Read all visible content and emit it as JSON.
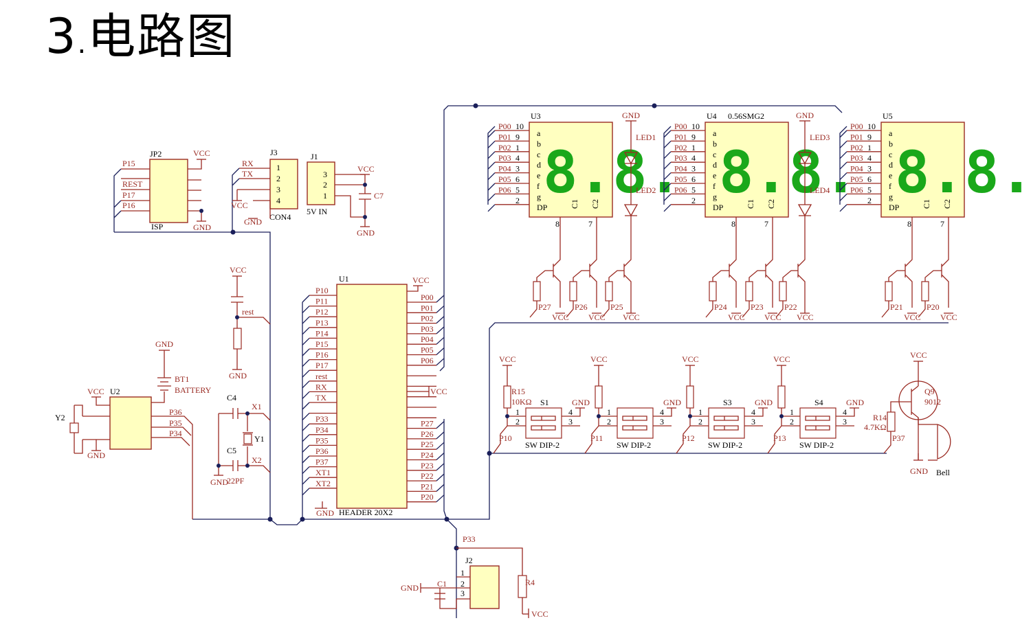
{
  "title": {
    "number": "3",
    "dot": ".",
    "text": "电路图"
  },
  "net": {
    "vcc": "VCC",
    "gnd": "GND"
  },
  "jp2": {
    "ref": "JP2",
    "name": "ISP",
    "pins": [
      "P15",
      "RESТ",
      "P17",
      "P16"
    ]
  },
  "j3": {
    "ref": "J3",
    "name": "CON4",
    "rx": "RX",
    "tx": "TX",
    "pins": [
      "1",
      "2",
      "3",
      "4"
    ]
  },
  "j1": {
    "ref": "J1",
    "name": "5V IN",
    "pins": [
      "3",
      "2",
      "1"
    ],
    "cap": "C7"
  },
  "u1": {
    "ref": "U1",
    "name": "HEADER 20X2",
    "left": [
      "P10",
      "P11",
      "P12",
      "P13",
      "P14",
      "P15",
      "P16",
      "P17",
      "rest",
      "RX",
      "TX",
      "",
      "P33",
      "P34",
      "P35",
      "P36",
      "P37",
      "XT1",
      "XT2"
    ],
    "right": [
      "P00",
      "P01",
      "P02",
      "P03",
      "P04",
      "P05",
      "P06",
      "",
      "",
      "",
      "",
      "",
      "P27",
      "P26",
      "P25",
      "P24",
      "P23",
      "P22",
      "P21",
      "P20"
    ]
  },
  "reset": {
    "net": "rest"
  },
  "osc": {
    "c4": "C4",
    "c5": "C5",
    "y1": "Y1",
    "x1": "X1",
    "x2": "X2",
    "cval": "22PF"
  },
  "battery": {
    "ref": "BT1",
    "name": "BATTERY"
  },
  "u2": {
    "ref": "U2",
    "y2": "Y2",
    "pins": [
      "P36",
      "P35",
      "P34"
    ]
  },
  "displays": {
    "seg_pins": [
      "P00",
      "P01",
      "P02",
      "P03",
      "P04",
      "P05",
      "P06",
      ""
    ],
    "pin_nums": [
      "10",
      "9",
      "1",
      "4",
      "3",
      "6",
      "5",
      "2"
    ],
    "seg_letters": [
      "a",
      "b",
      "c",
      "d",
      "e",
      "f",
      "g",
      "DP"
    ],
    "digit_text": "8.8.",
    "c1": "C1",
    "c2": "C2",
    "c1pin": "8",
    "c2pin": "7",
    "u3": "U3",
    "u4": "U4",
    "u4sub": "0.56SMG2",
    "u5": "U5"
  },
  "leds": [
    "LED1",
    "LED2",
    "LED3",
    "LED4"
  ],
  "drivers": [
    "P27",
    "P26",
    "P25",
    "P24",
    "P23",
    "P22",
    "P21",
    "P20"
  ],
  "switches": {
    "r15": "R15",
    "r15val": "10KΩ",
    "type": "SW DIP-2",
    "items": [
      {
        "ref": "S1",
        "port": "P10"
      },
      {
        "ref": "",
        "port": "P11"
      },
      {
        "ref": "S3",
        "port": "P12"
      },
      {
        "ref": "S4",
        "port": "P13"
      }
    ],
    "pins": [
      "1",
      "2",
      "3",
      "4"
    ]
  },
  "buzzer": {
    "q": "Q9",
    "qval": "9012",
    "r": "R14",
    "rval": "4.7KΩ",
    "port": "P37",
    "name": "Bell"
  },
  "j2": {
    "ref": "J2",
    "port": "P33",
    "c1": "C1",
    "r4": "R4",
    "pins": [
      "1",
      "2",
      "3"
    ]
  }
}
